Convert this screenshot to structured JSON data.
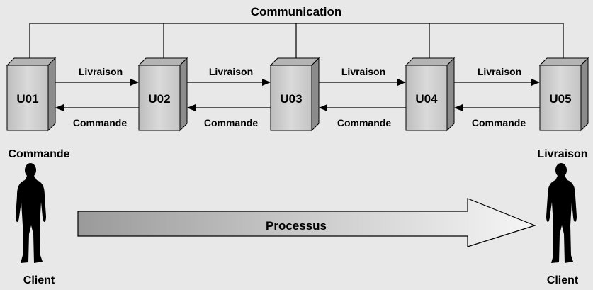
{
  "title": "Communication",
  "units": [
    {
      "label": "U01"
    },
    {
      "label": "U02"
    },
    {
      "label": "U03"
    },
    {
      "label": "U04"
    },
    {
      "label": "U05"
    }
  ],
  "forward_flow_label": "Livraison",
  "backward_flow_label": "Commande",
  "left_client": {
    "caption_top": "Commande",
    "caption_bottom": "Client"
  },
  "right_client": {
    "caption_top": "Livraison",
    "caption_bottom": "Client"
  },
  "process_label": "Processus",
  "colors": {
    "background": "#e8e8e8",
    "box_front": "#d0d0d0",
    "box_side": "#8c8c8c",
    "box_top": "#b4b4b4",
    "silhouette": "#000000"
  }
}
